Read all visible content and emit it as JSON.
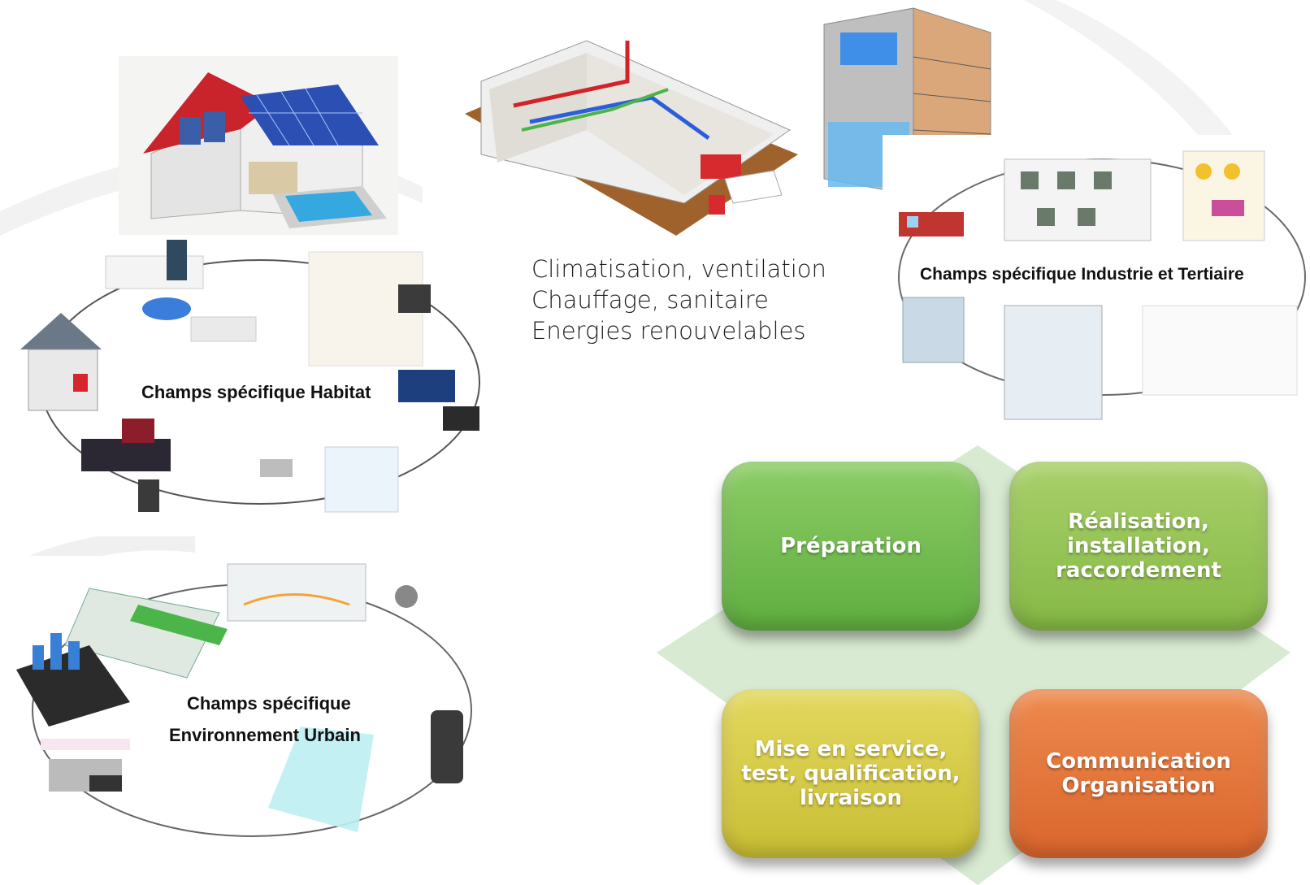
{
  "domains": {
    "line1": "Climatisation, ventilation",
    "line2": "Chauffage, sanitaire",
    "line3": "Energies renouvelables"
  },
  "cycles": {
    "industrie": "Champs spécifique Industrie et Tertiaire",
    "habitat": "Champs spécifique Habitat",
    "urbain_line1": "Champs spécifique",
    "urbain_line2": "Environnement Urbain"
  },
  "activities": {
    "preparation": "Préparation",
    "realisation": "Réalisation,\ninstallation,\nraccordement",
    "mise_en_service": "Mise en service,\ntest, qualification,\nlivraison",
    "communication": "Communication\nOrganisation"
  },
  "colors": {
    "preparation": "#6cb84a",
    "realisation": "#93c255",
    "mise_en_service": "#d6cb45",
    "communication": "#e2723a",
    "diamond": "#d8ead2"
  }
}
